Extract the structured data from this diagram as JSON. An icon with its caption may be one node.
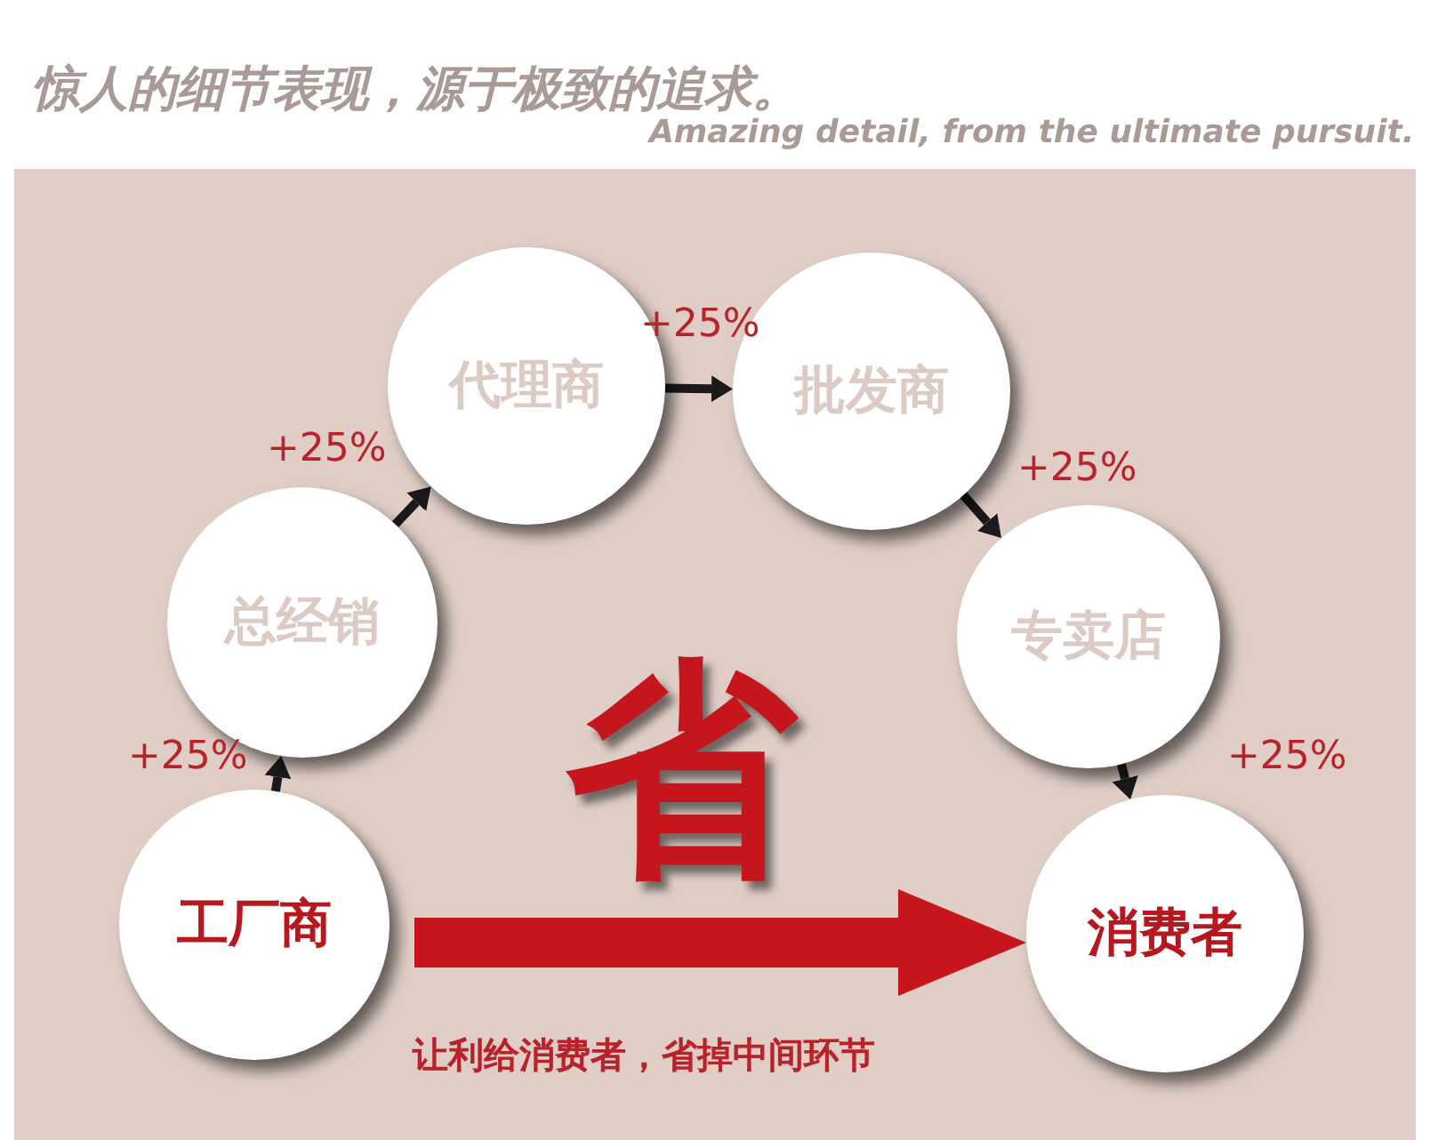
{
  "diagram": {
    "title": "惊人的细节表现，源于极致的追求。",
    "nodes": [
      {
        "text": [
          "工厂商"
        ]
      },
      {
        "text": [
          "总经销"
        ]
      },
      {
        "text": [
          "代理商"
        ]
      },
      {
        "text": [
          "批发商"
        ]
      },
      {
        "text": [
          "专卖店"
        ]
      },
      {
        "text": [
          "消费者"
        ]
      }
    ],
    "edges": [
      {
        "from": 0,
        "to": 1,
        "arrow": "to",
        "label": "+25%"
      },
      {
        "from": 1,
        "to": 2,
        "arrow": "to",
        "label": "+25%"
      },
      {
        "from": 2,
        "to": 3,
        "arrow": "to",
        "label": "+25%"
      },
      {
        "from": 3,
        "to": 4,
        "arrow": "to",
        "label": "+25%"
      },
      {
        "from": 4,
        "to": 5,
        "arrow": "to",
        "label": "+25%"
      },
      {
        "from": 0,
        "to": 5,
        "arrow": "to",
        "style": "thick",
        "color": "#c4161c"
      }
    ],
    "labels": [
      "Amazing detail, from the ultimate pursuit.",
      "省",
      "让利给消费者，省掉中间环节"
    ]
  }
}
